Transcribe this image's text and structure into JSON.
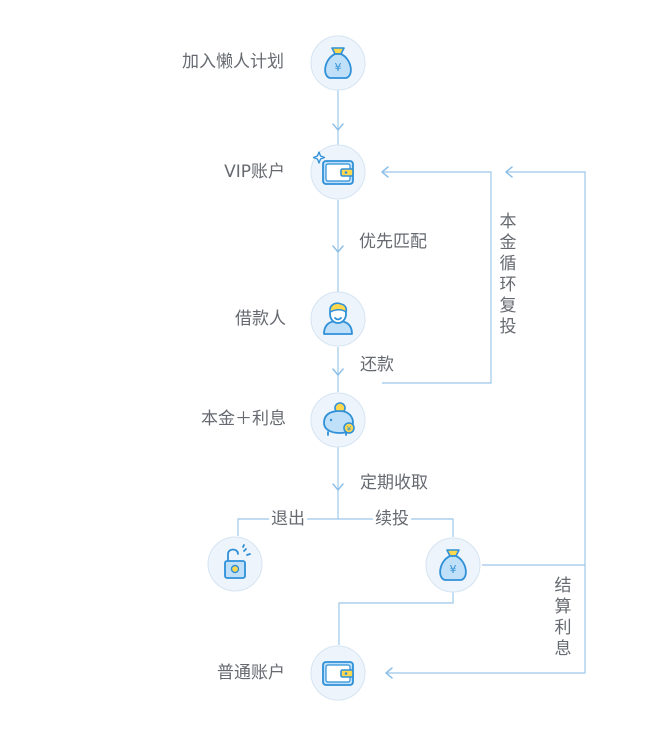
{
  "nodes": {
    "join_plan": "加入懒人计划",
    "vip_account": "VIP账户",
    "borrower": "借款人",
    "principal_interest": "本金＋利息",
    "normal_account": "普通账户"
  },
  "edges": {
    "priority_match": "优先匹配",
    "repay": "还款",
    "periodic_collect": "定期收取",
    "exit": "退出",
    "continue_invest": "续投",
    "principal_reinvest": "本金循环复投",
    "settle_interest": "结算利息"
  },
  "icons": {
    "join_plan": "money-bag-icon",
    "vip_account": "vip-wallet-icon",
    "borrower": "person-icon",
    "principal_interest": "piggy-bank-icon",
    "exit": "unlocked-lock-icon",
    "continue_invest": "money-bag-icon",
    "normal_account": "wallet-icon"
  },
  "colors": {
    "line": "#9cc8ea",
    "icon_blue": "#2f90d8",
    "icon_yellow": "#ffd84d",
    "text": "#666a70"
  }
}
